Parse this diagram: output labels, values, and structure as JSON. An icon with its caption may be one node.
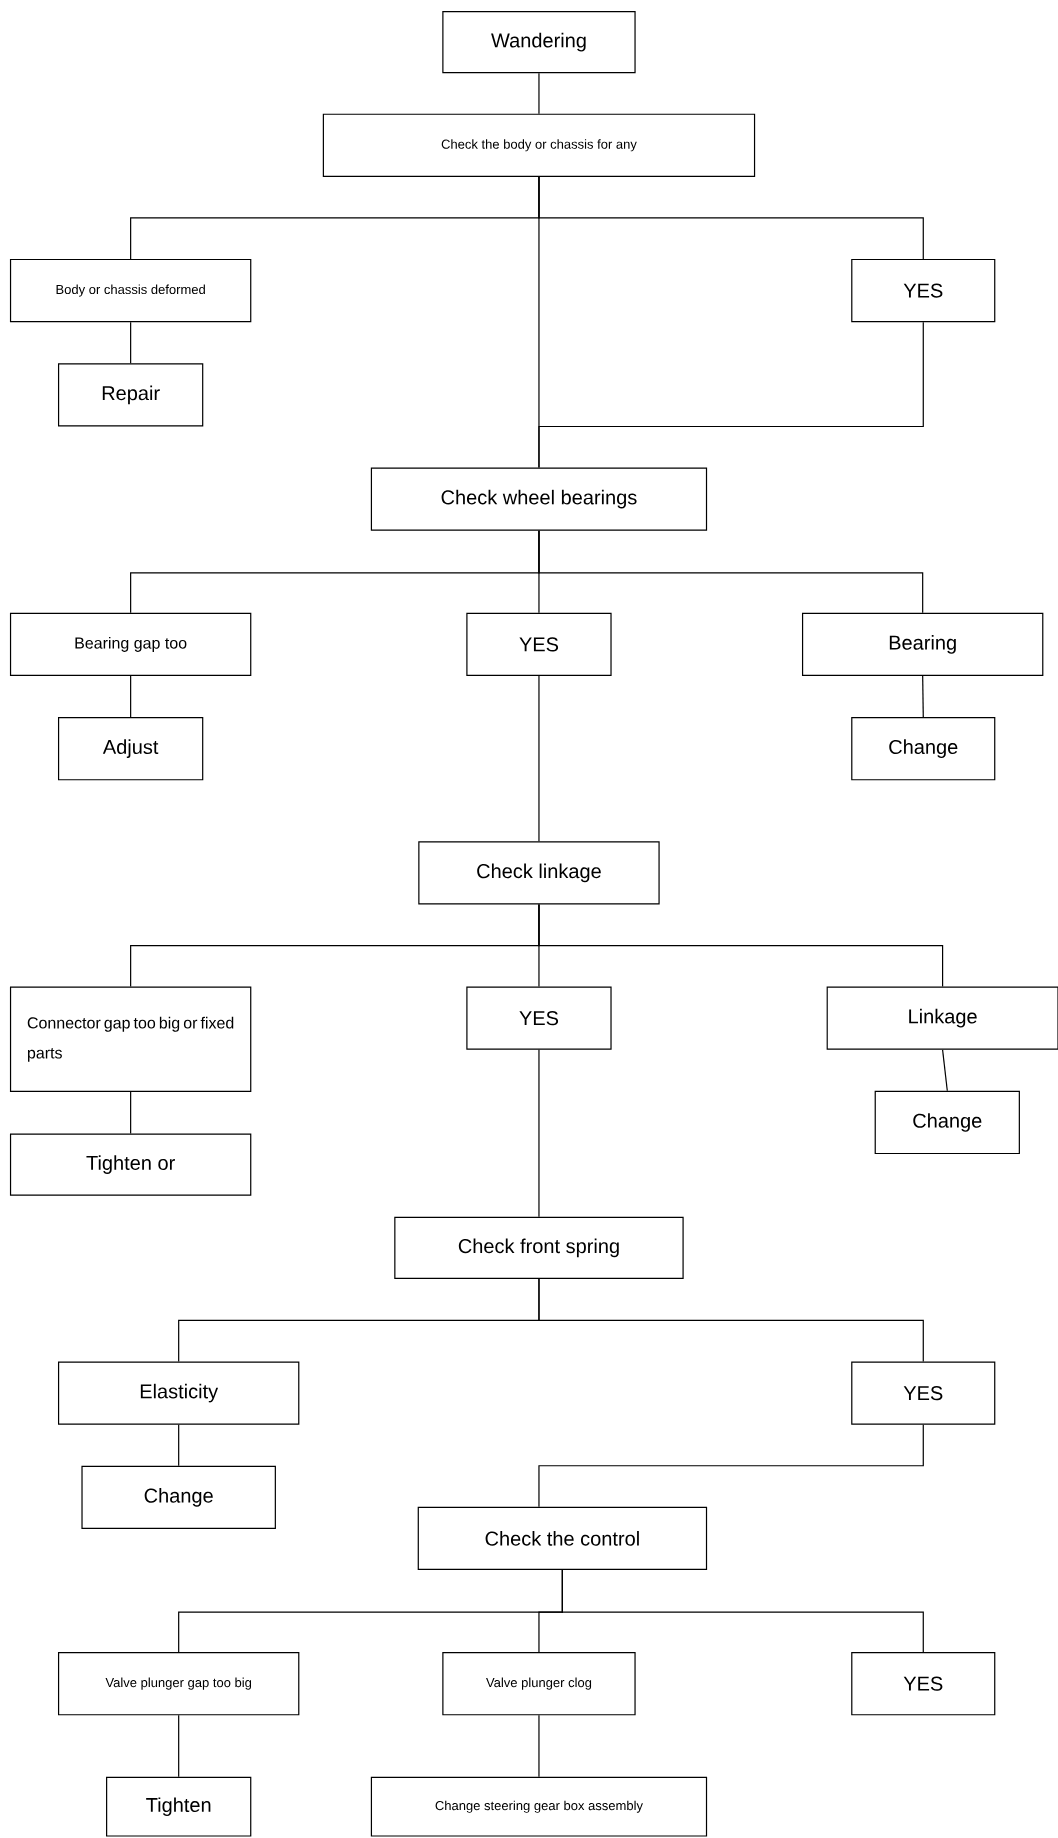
{
  "diagram": {
    "nodes": [
      {
        "text": [
          "Wandering"
        ]
      },
      {
        "text": [
          "Check the body or chassis for any"
        ]
      },
      {
        "text": [
          "Body or chassis deformed"
        ]
      },
      {
        "text": [
          "YES"
        ]
      },
      {
        "text": [
          "Repair"
        ]
      },
      {
        "text": [
          "Check wheel bearings"
        ]
      },
      {
        "text": [
          "Bearing gap too"
        ]
      },
      {
        "text": [
          "YES"
        ]
      },
      {
        "text": [
          "Bearing"
        ]
      },
      {
        "text": [
          "Adjust"
        ]
      },
      {
        "text": [
          "Change"
        ]
      },
      {
        "text": [
          "Check linkage"
        ]
      },
      {
        "text": [
          "Connector gap too big or fixed parts"
        ]
      },
      {
        "text": [
          "YES"
        ]
      },
      {
        "text": [
          "Linkage"
        ]
      },
      {
        "text": [
          "Tighten or"
        ]
      },
      {
        "text": [
          "Change"
        ]
      },
      {
        "text": [
          "Check front spring"
        ]
      },
      {
        "text": [
          "Elasticity"
        ]
      },
      {
        "text": [
          "YES"
        ]
      },
      {
        "text": [
          "Change"
        ]
      },
      {
        "text": [
          "Check the control"
        ]
      },
      {
        "text": [
          "Valve plunger gap too big"
        ]
      },
      {
        "text": [
          "Valve plunger clog"
        ]
      },
      {
        "text": [
          "YES"
        ]
      },
      {
        "text": [
          "Tighten"
        ]
      },
      {
        "text": [
          "Change steering gear box assembly"
        ]
      }
    ],
    "edges": [
      {
        "from": 0,
        "to": 1,
        "arrow": "none"
      },
      {
        "from": 1,
        "to": 2,
        "arrow": "none"
      },
      {
        "from": 1,
        "to": 3,
        "arrow": "none"
      },
      {
        "from": 1,
        "to": 5,
        "arrow": "none"
      },
      {
        "from": 3,
        "to": 5,
        "arrow": "none"
      },
      {
        "from": 2,
        "to": 4,
        "arrow": "none"
      },
      {
        "from": 5,
        "to": 6,
        "arrow": "none"
      },
      {
        "from": 5,
        "to": 7,
        "arrow": "none"
      },
      {
        "from": 5,
        "to": 8,
        "arrow": "none"
      },
      {
        "from": 6,
        "to": 9,
        "arrow": "none"
      },
      {
        "from": 8,
        "to": 10,
        "arrow": "none"
      },
      {
        "from": 7,
        "to": 11,
        "arrow": "none"
      },
      {
        "from": 11,
        "to": 12,
        "arrow": "none"
      },
      {
        "from": 11,
        "to": 13,
        "arrow": "none"
      },
      {
        "from": 11,
        "to": 14,
        "arrow": "none"
      },
      {
        "from": 12,
        "to": 15,
        "arrow": "none"
      },
      {
        "from": 14,
        "to": 16,
        "arrow": "none"
      },
      {
        "from": 13,
        "to": 17,
        "arrow": "none"
      },
      {
        "from": 17,
        "to": 18,
        "arrow": "none"
      },
      {
        "from": 17,
        "to": 19,
        "arrow": "none"
      },
      {
        "from": 18,
        "to": 20,
        "arrow": "none"
      },
      {
        "from": 19,
        "to": 21,
        "arrow": "none"
      },
      {
        "from": 21,
        "to": 22,
        "arrow": "none"
      },
      {
        "from": 21,
        "to": 23,
        "arrow": "none"
      },
      {
        "from": 21,
        "to": 24,
        "arrow": "none"
      },
      {
        "from": 22,
        "to": 25,
        "arrow": "none"
      },
      {
        "from": 23,
        "to": 26,
        "arrow": "none"
      }
    ]
  }
}
